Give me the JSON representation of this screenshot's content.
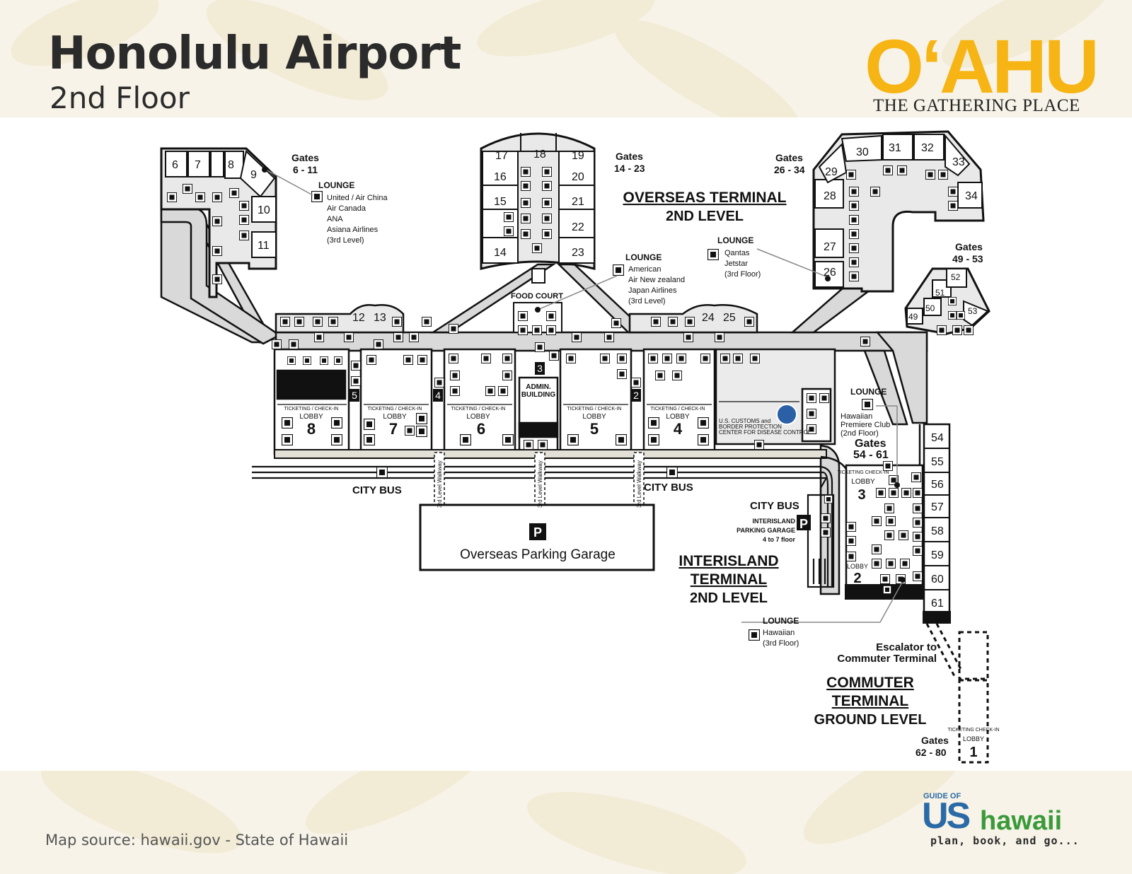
{
  "header": {
    "title": "Honolulu Airport",
    "subtitle": "2nd Floor"
  },
  "brand": {
    "name": "OʻAHU",
    "tagline": "THE GATHERING PLACE",
    "accent_color": "#f6b514"
  },
  "footer": {
    "source": "Map source: hawaii.gov - State of Hawaii",
    "logo": {
      "top": "GUIDE OF",
      "us": "US",
      "hawaii": "hawaii",
      "tagline": "plan, book, and go..."
    }
  },
  "map": {
    "gate_groups": {
      "g6_11": {
        "label": "Gates",
        "range": "6 - 11"
      },
      "g14_23": {
        "label": "Gates",
        "range": "14 - 23"
      },
      "g26_34": {
        "label": "Gates",
        "range": "26 - 34"
      },
      "g49_53": {
        "label": "Gates",
        "range": "49 - 53"
      },
      "g54_61": {
        "label": "Gates",
        "range": "54 - 61"
      },
      "g62_80": {
        "label": "Gates",
        "range": "62 - 80"
      }
    },
    "gates": {
      "g6": "6",
      "g7": "7",
      "g8": "8",
      "g9": "9",
      "g10": "10",
      "g11": "11",
      "g12": "12",
      "g13": "13",
      "g14": "14",
      "g15": "15",
      "g16": "16",
      "g17": "17",
      "g18": "18",
      "g19": "19",
      "g20": "20",
      "g21": "21",
      "g22": "22",
      "g23": "23",
      "g24": "24",
      "g25": "25",
      "g26": "26",
      "g27": "27",
      "g28": "28",
      "g29": "29",
      "g30": "30",
      "g31": "31",
      "g32": "32",
      "g33": "33",
      "g34": "34",
      "g49": "49",
      "g50": "50",
      "g51": "51",
      "g52": "52",
      "g53": "53",
      "g54": "54",
      "g55": "55",
      "g56": "56",
      "g57": "57",
      "g58": "58",
      "g59": "59",
      "g60": "60",
      "g61": "61"
    },
    "terminals": {
      "overseas": {
        "line1": "OVERSEAS TERMINAL",
        "line2": "2ND LEVEL"
      },
      "interisland": {
        "line1": "INTERISLAND",
        "line2": "TERMINAL",
        "line3": "2ND LEVEL"
      },
      "commuter": {
        "line1": "COMMUTER",
        "line2": "TERMINAL",
        "line3": "GROUND LEVEL"
      }
    },
    "lounges": {
      "l1": {
        "title": "LOUNGE",
        "lines": [
          "United / Air China",
          "Air Canada",
          "ANA",
          "Asiana Airlines",
          "(3rd Level)"
        ]
      },
      "l2": {
        "title": "LOUNGE",
        "lines": [
          "American",
          "Air New zealand",
          "Japan Airlines",
          "(3rd Level)"
        ]
      },
      "l3": {
        "title": "LOUNGE",
        "lines": [
          "Qantas",
          "Jetstar",
          "(3rd Floor)"
        ]
      },
      "l4": {
        "title": "LOUNGE",
        "lines": [
          "Hawaiian",
          "Premiere Club",
          "(2nd Floor)"
        ]
      },
      "l5": {
        "title": "LOUNGE",
        "lines": [
          "Hawaiian",
          "(3rd Floor)"
        ]
      }
    },
    "lobbies": {
      "ticketing": "TICKETING / CHECK-IN",
      "ticketing_short": "TICKETING CHECK-IN",
      "lobby_word": "LOBBY",
      "l8": "8",
      "l7": "7",
      "l6": "6",
      "l5": "5",
      "l4": "4",
      "l3": "3",
      "l2": "2",
      "l1": "1"
    },
    "labels": {
      "food_court": "FOOD COURT",
      "admin1": "ADMIN.",
      "admin2": "BUILDING",
      "city_bus": "CITY BUS",
      "walkway": "3rd Level Walkway",
      "parking": "Overseas Parking Garage",
      "parking_sign": "P",
      "inter_parking1": "INTERISLAND",
      "inter_parking2": "PARKING GARAGE",
      "inter_parking3": "4 to 7 floor",
      "customs1": "U.S. CUSTOMS and",
      "customs2": "BORDER PROTECTION",
      "customs3": "CENTER FOR DISEASE CONTROL",
      "escalator1": "Escalator to",
      "escalator2": "Commuter Terminal",
      "bridge2": "2",
      "bridge3": "3",
      "bridge4": "4",
      "bridge5": "5"
    },
    "icons": [
      "restroom-icon",
      "phone-icon",
      "restaurant-icon",
      "bar-icon",
      "coffee-icon",
      "atm-icon",
      "info-icon",
      "shop-icon",
      "baggage-icon",
      "elevator-icon",
      "lounge-icon",
      "bus-icon"
    ]
  }
}
